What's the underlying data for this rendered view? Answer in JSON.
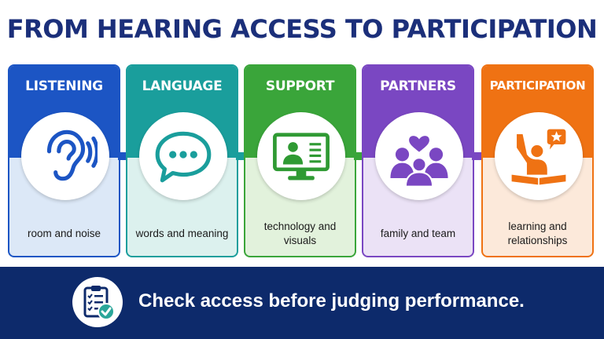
{
  "title": "FROM HEARING ACCESS TO PARTICIPATION",
  "steps": [
    {
      "label": "LISTENING",
      "caption": "room and noise",
      "icon": "ear-icon",
      "color": "#1c55c4",
      "tint": "#dce8f7"
    },
    {
      "label": "LANGUAGE",
      "caption": "words and meaning",
      "icon": "speech-bubble-icon",
      "color": "#1a9e9c",
      "tint": "#dcf1ee"
    },
    {
      "label": "SUPPORT",
      "caption": "technology and visuals",
      "icon": "video-screen-icon",
      "color": "#3aa53a",
      "tint": "#e2f2dc"
    },
    {
      "label": "PARTNERS",
      "caption": "family and team",
      "icon": "group-heart-icon",
      "color": "#7a47c2",
      "tint": "#ebe2f6"
    },
    {
      "label": "PARTICIPATION",
      "caption": "learning and relationships",
      "icon": "raised-hand-star-icon",
      "color": "#ef7213",
      "tint": "#fce9da"
    }
  ],
  "footer": {
    "text": "Check access before judging performance.",
    "icon": "checklist-check-icon",
    "color": "#0d2a6b"
  }
}
